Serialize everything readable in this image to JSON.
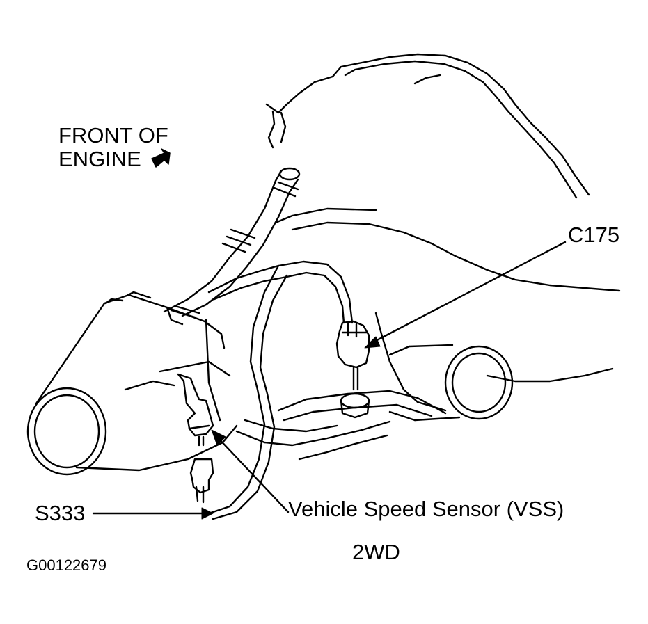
{
  "labels": {
    "front_line1": "FRONT OF",
    "front_line2": "ENGINE",
    "c175": "C175",
    "s333": "S333",
    "vss": "Vehicle Speed Sensor (VSS)",
    "drive": "2WD",
    "figure_id": "G00122679"
  },
  "colors": {
    "ink": "#000000",
    "paper": "#ffffff"
  },
  "icons": {
    "front_arrow": "arrow-up-right-icon"
  }
}
